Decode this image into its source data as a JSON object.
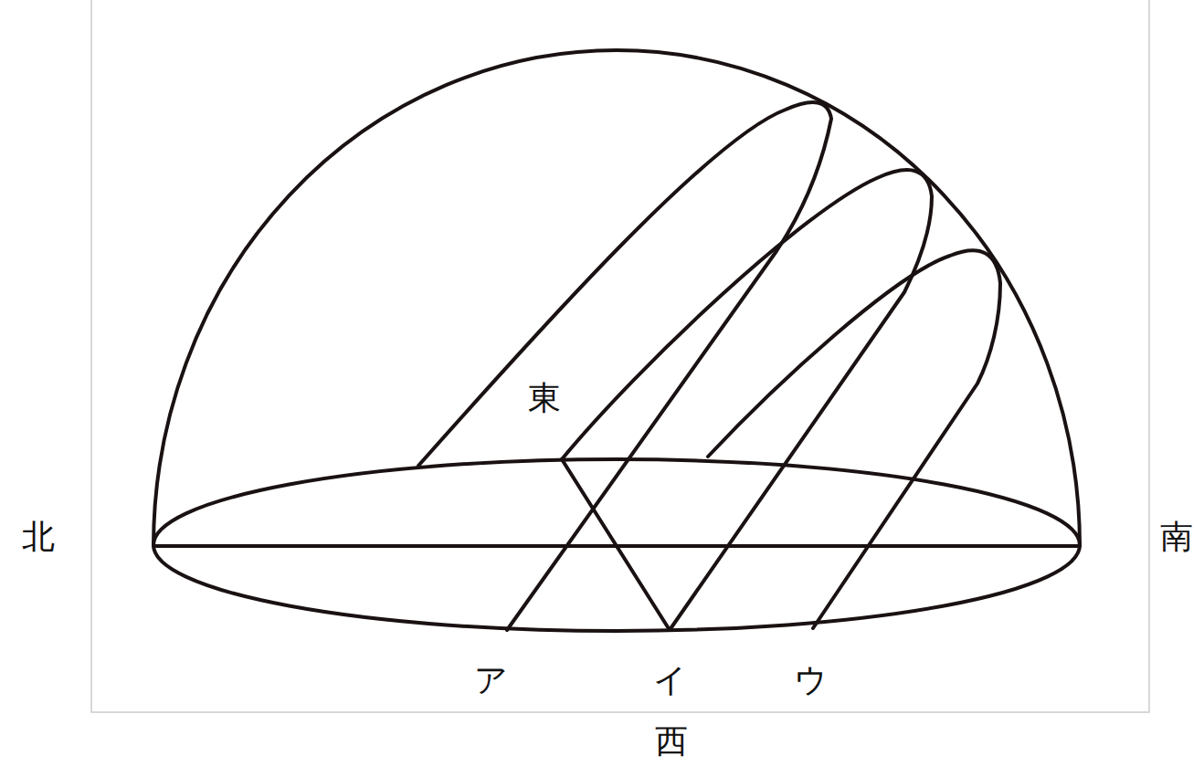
{
  "diagram": {
    "labels": [
      "東",
      "北",
      "南",
      "ア",
      "イ",
      "ウ",
      "西"
    ]
  }
}
